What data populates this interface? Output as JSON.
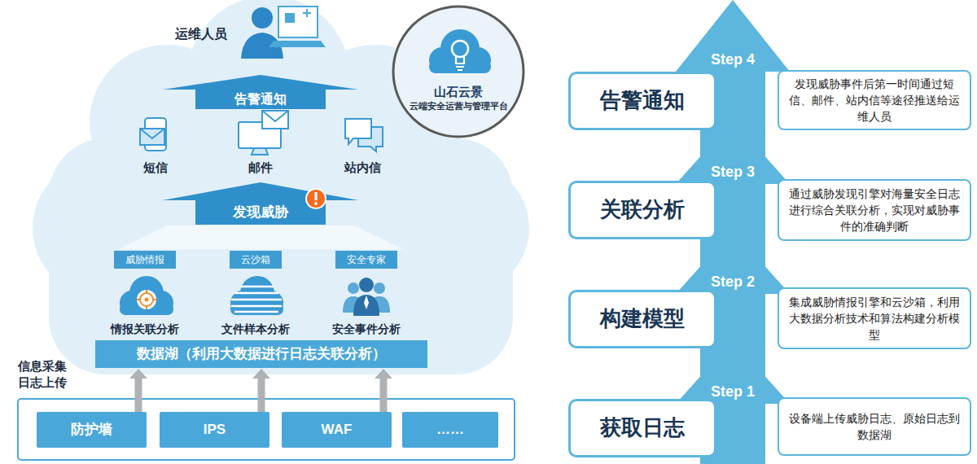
{
  "diagram": {
    "nodes": [
      {
        "text": [
          "告警通知"
        ]
      },
      {
        "text": [
          "山石云景",
          "云端安全运营与管理平台"
        ]
      },
      {
        "text": [
          "发现威胁"
        ]
      },
      {
        "text": [
          "威胁情报"
        ]
      },
      {
        "text": [
          "云沙箱"
        ]
      },
      {
        "text": [
          "安全专家"
        ]
      },
      {
        "text": [
          "数据湖（利用大数据进行日志关联分析）"
        ]
      },
      {
        "text": [
          "防护墙"
        ]
      },
      {
        "text": [
          "IPS"
        ]
      },
      {
        "text": [
          "WAF"
        ]
      },
      {
        "text": [
          "……"
        ]
      },
      {
        "text": [
          "Step 4"
        ]
      },
      {
        "text": [
          "告警通知"
        ]
      },
      {
        "text": [
          "发现威胁事件后第一时间通过短信、邮件、站内信等途径推送给运维人员"
        ]
      },
      {
        "text": [
          "Step 3"
        ]
      },
      {
        "text": [
          "关联分析"
        ]
      },
      {
        "text": [
          "通过威胁发现引擎对海量安全日志进行综合关联分析，实现对威胁事件的准确判断"
        ]
      },
      {
        "text": [
          "Step 2"
        ]
      },
      {
        "text": [
          "构建模型"
        ]
      },
      {
        "text": [
          "集成威胁情报引擎和云沙箱，利用大数据分析技术和算法构建分析模型"
        ]
      },
      {
        "text": [
          "Step 1"
        ]
      },
      {
        "text": [
          "获取日志"
        ]
      },
      {
        "text": [
          "设备端上传威胁日志、原始日志到数据湖"
        ]
      }
    ],
    "edges": [
      {
        "from": 7,
        "to": 6,
        "arrow": "to"
      },
      {
        "from": 8,
        "to": 6,
        "arrow": "to"
      },
      {
        "from": 9,
        "to": 6,
        "arrow": "to"
      }
    ],
    "labels": [
      "运维人员",
      "短信",
      "邮件",
      "站内信",
      "情报关联分析",
      "文件样本分析",
      "安全事件分析",
      "信息采集 日志上传"
    ]
  }
}
